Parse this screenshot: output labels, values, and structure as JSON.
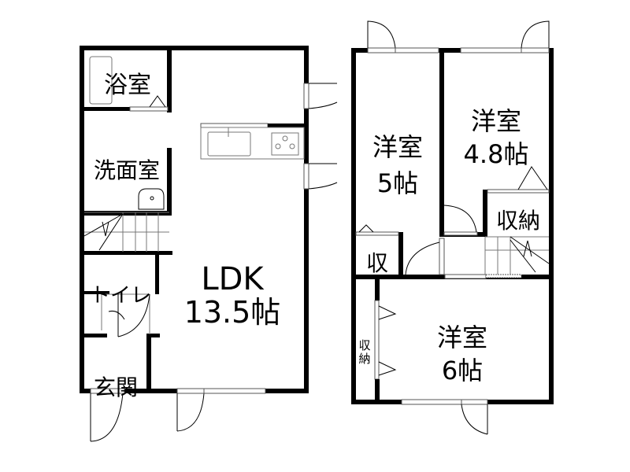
{
  "floor1": {
    "bath": "浴室",
    "washroom": "洗面室",
    "toilet": "トイレ",
    "entrance": "玄関",
    "ldk_name": "LDK",
    "ldk_size": "13.5帖"
  },
  "floor2": {
    "room_a_name": "洋室",
    "room_a_size": "5帖",
    "room_b_name": "洋室",
    "room_b_size": "4.8帖",
    "room_c_name": "洋室",
    "room_c_size": "6帖",
    "storage_short": "収",
    "storage_b": "収納",
    "storage_c_1": "収",
    "storage_c_2": "納"
  },
  "colors": {
    "wall": "#000000",
    "background": "#ffffff"
  }
}
